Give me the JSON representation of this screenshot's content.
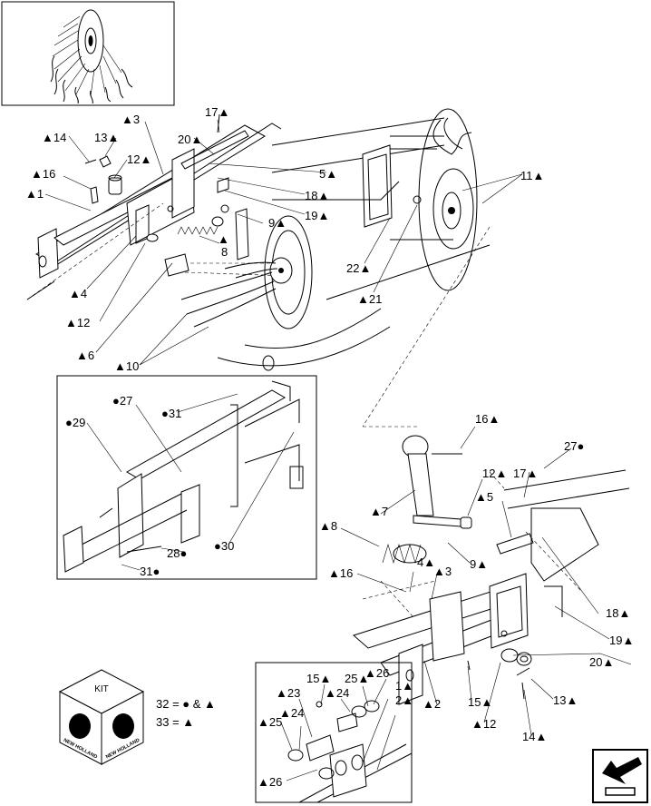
{
  "symbols": {
    "triangle": "▲",
    "circle": "●"
  },
  "callouts": {
    "c14a": "14",
    "c13a": "13",
    "c3a": "3",
    "c20a": "20",
    "c17a": "17",
    "c12a": "12",
    "c16a": "16",
    "c1a": "1",
    "c5a": "5",
    "c11": "11",
    "c18a": "18",
    "c19a": "19",
    "c9a": "9",
    "c8a": "8",
    "c22": "22",
    "c4a": "4",
    "c12b": "12",
    "c21": "21",
    "c6": "6",
    "c10": "10",
    "c27a": "27",
    "c31a": "31",
    "c29": "29",
    "c28": "28",
    "c30": "30",
    "c31b": "31",
    "c16b": "16",
    "c27b": "27",
    "c12c": "12",
    "c17b": "17",
    "c5b": "5",
    "c7": "7",
    "c8b": "8",
    "c4b": "4",
    "c9b": "9",
    "c3b": "3",
    "c16c": "16",
    "c18b": "18",
    "c19b": "19",
    "c20b": "20",
    "c2a": "2",
    "c2b": "2",
    "c1b": "1",
    "c15a": "15",
    "c25a": "25",
    "c26a": "26",
    "c23": "23",
    "c24a": "24",
    "c25b": "25",
    "c24b": "24",
    "c15b": "15",
    "c12d": "12",
    "c13b": "13",
    "c14b": "14",
    "c26b": "26"
  },
  "kit": {
    "label": "KIT",
    "brand": "NEW HOLLAND"
  },
  "legend": {
    "line1": "32 = ● & ▲",
    "line2": "33 = ▲"
  },
  "nav_icon": "next-page-arrow-icon"
}
